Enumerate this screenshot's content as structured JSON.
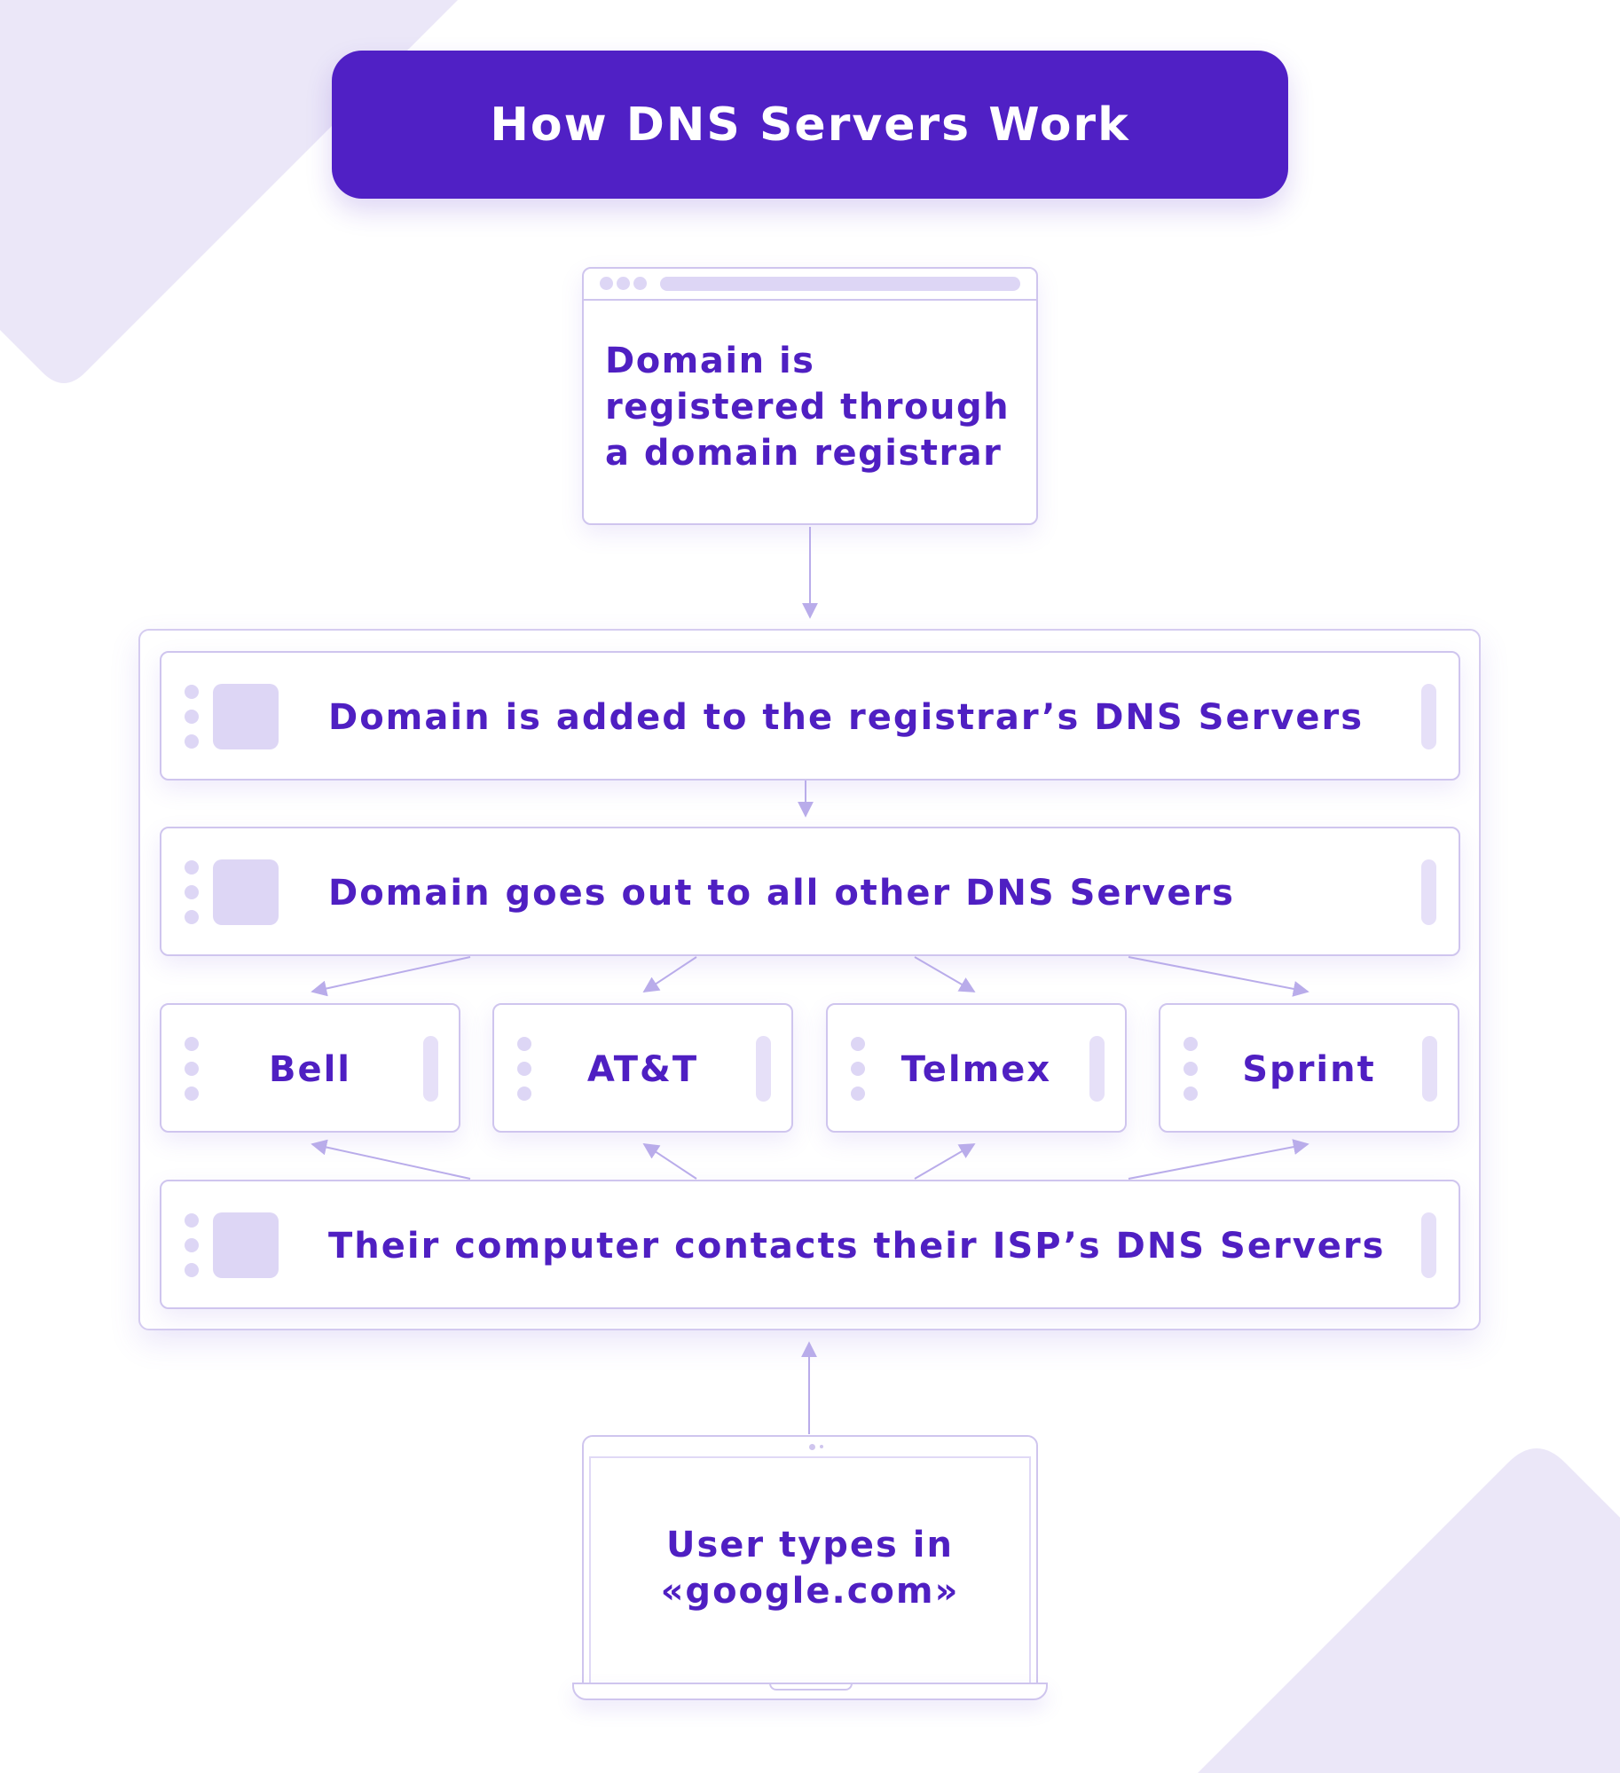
{
  "title": "How DNS Servers Work",
  "steps": {
    "registration": "Domain is\nregistered through\na domain registrar",
    "registrar_dns": "Domain is added to the registrar’s DNS Servers",
    "propagation": "Domain goes out to all other DNS Servers",
    "isp_contact": "Their computer contacts their ISP’s DNS Servers",
    "user_input_line1": "User types in",
    "user_input_line2": "«google.com»"
  },
  "isps": [
    "Bell",
    "AT&T",
    "Telmex",
    "Sprint"
  ],
  "colors": {
    "primary": "#5020c5",
    "text": "#4f1fc2",
    "border": "#cfc5ee",
    "decor": "#ebe7f8"
  }
}
